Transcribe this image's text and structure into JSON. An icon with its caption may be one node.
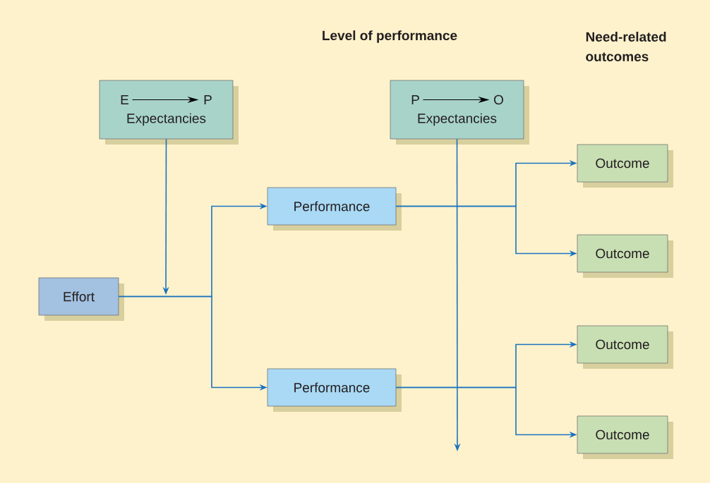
{
  "diagram": {
    "nodes": [
      {
        "text": [
          "E",
          "P",
          "Expectancies"
        ]
      },
      {
        "text": [
          "P",
          "O",
          "Expectancies"
        ]
      },
      {
        "text": [
          "Effort"
        ]
      },
      {
        "text": [
          "Performance"
        ]
      },
      {
        "text": [
          "Performance"
        ]
      },
      {
        "text": [
          "Outcome"
        ]
      },
      {
        "text": [
          "Outcome"
        ]
      },
      {
        "text": [
          "Outcome"
        ]
      },
      {
        "text": [
          "Outcome"
        ]
      }
    ],
    "edges": [
      {
        "from": 0,
        "to": null,
        "arrow": "to"
      },
      {
        "from": 1,
        "to": null,
        "arrow": "to"
      },
      {
        "from": 2,
        "to": 3,
        "arrow": "to"
      },
      {
        "from": 2,
        "to": 4,
        "arrow": "to"
      },
      {
        "from": 3,
        "to": 5,
        "arrow": "to"
      },
      {
        "from": 3,
        "to": 6,
        "arrow": "to"
      },
      {
        "from": 4,
        "to": 7,
        "arrow": "to"
      },
      {
        "from": 4,
        "to": 8,
        "arrow": "to"
      }
    ],
    "labels": [
      "Level of performance",
      "Need-related outcomes"
    ]
  }
}
